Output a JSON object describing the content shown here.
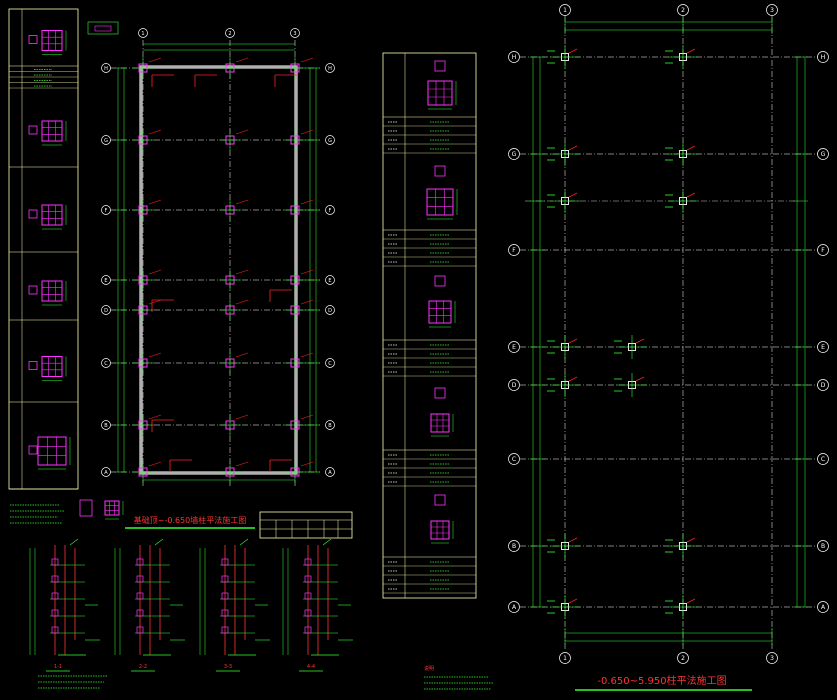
{
  "colors": {
    "background": "#000000",
    "frame": "#ffffb0",
    "dim": "#33ff33",
    "axis": "#ffffff",
    "column": "#ff33ff",
    "note": "#ff2222",
    "wall": "#b0b0b0",
    "section": "#ff3333",
    "title_green": "#33ff33",
    "title_red": "#ff3333"
  },
  "left_plan": {
    "title": "基础顶~-0.650墙柱平法施工图",
    "col_axes": [
      "1",
      "2",
      "3"
    ],
    "row_axes": [
      "H",
      "G",
      "F",
      "E",
      "D",
      "C",
      "B",
      "A"
    ]
  },
  "right_plan": {
    "title": "-0.650~5.950柱平法施工图",
    "col_axes": [
      "1",
      "2",
      "3"
    ],
    "row_axes": [
      "H",
      "G",
      "F",
      "E",
      "D",
      "C",
      "B",
      "A"
    ]
  },
  "section_labels": [
    "1-1",
    "2-2",
    "3-3",
    "4-4"
  ],
  "notes_title": "说明"
}
